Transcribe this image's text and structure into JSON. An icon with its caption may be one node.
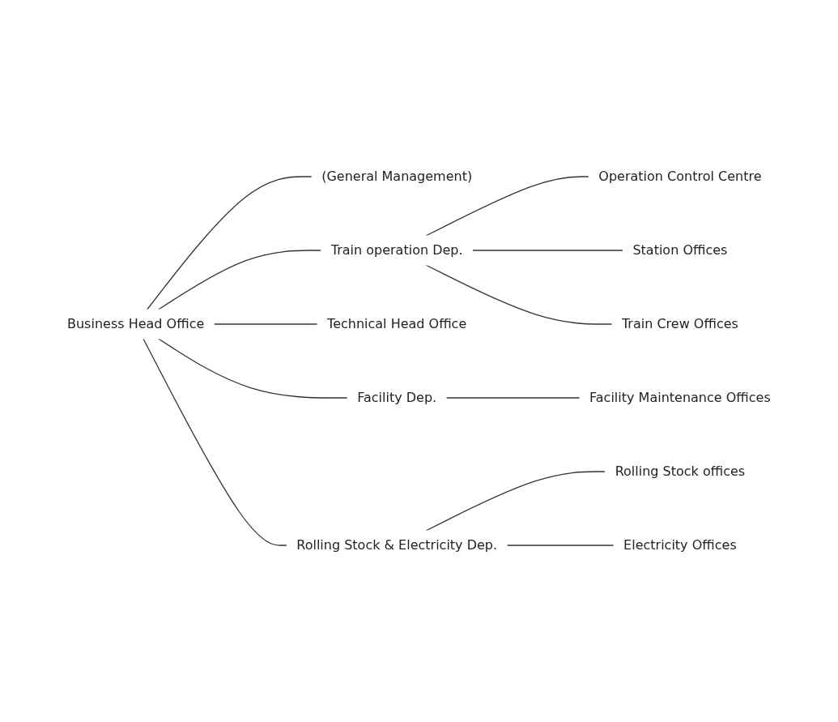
{
  "diagram": {
    "nodes": [
      {
        "text": [
          "Business Head Office"
        ]
      },
      {
        "text": [
          "(General Management)"
        ]
      },
      {
        "text": [
          "Train operation Dep."
        ]
      },
      {
        "text": [
          "Operation Control Centre"
        ]
      },
      {
        "text": [
          "Station Offices"
        ]
      },
      {
        "text": [
          "Train Crew Offices"
        ]
      },
      {
        "text": [
          "Technical Head Office"
        ]
      },
      {
        "text": [
          "Facility Dep."
        ]
      },
      {
        "text": [
          "Facility Maintenance Offices"
        ]
      },
      {
        "text": [
          "Rolling Stock & Electricity Dep."
        ]
      },
      {
        "text": [
          "Rolling Stock offices"
        ]
      },
      {
        "text": [
          "Electricity Offices"
        ]
      }
    ],
    "edges": [
      {
        "from": 0,
        "to": 6,
        "arrow": "none"
      },
      {
        "from": 0,
        "to": 1,
        "arrow": "none"
      },
      {
        "from": 0,
        "to": 2,
        "arrow": "none"
      },
      {
        "from": 0,
        "to": 7,
        "arrow": "none"
      },
      {
        "from": 0,
        "to": 9,
        "arrow": "none"
      },
      {
        "from": 2,
        "to": 3,
        "arrow": "none"
      },
      {
        "from": 2,
        "to": 4,
        "arrow": "none"
      },
      {
        "from": 2,
        "to": 5,
        "arrow": "none"
      },
      {
        "from": 7,
        "to": 8,
        "arrow": "none"
      },
      {
        "from": 9,
        "to": 10,
        "arrow": "none"
      },
      {
        "from": 9,
        "to": 11,
        "arrow": "none"
      }
    ]
  }
}
